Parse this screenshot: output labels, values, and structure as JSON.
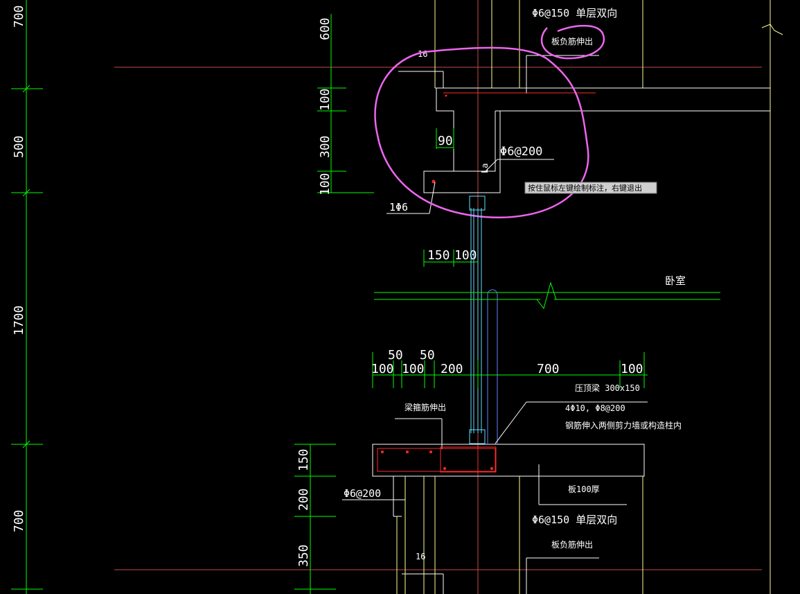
{
  "colors": {
    "background": "#000000",
    "dim_green": "#00ff00",
    "wall_yellow": "#ffff99",
    "structure_white": "#ffffff",
    "axis_red": "#ff3b3b",
    "rebar_red": "#ff2a2a",
    "markup_pink": "#ee66ee",
    "window_cyan": "#66e0ff",
    "door_blue": "#6a7cff"
  },
  "left_dimensions": [
    "700",
    "500",
    "1700",
    "700"
  ],
  "upper_section": {
    "left_dims": [
      "600",
      "100",
      "300",
      "100"
    ],
    "dims_top": [
      "90"
    ],
    "dims_bottom": [
      "150",
      "100"
    ],
    "labels": {
      "top_rebar": "Φ6@150 单层双向",
      "neg_rebar": "板负筋伸出",
      "hook_len": "16",
      "stirrup": "Φ6@200",
      "la": "La",
      "bottom_bar": "1Φ6"
    }
  },
  "tooltip": "按住鼠标左键绘制标注，右键退出",
  "room_label": "卧室",
  "beam_dims": [
    "100",
    "50",
    "100",
    "50",
    "200",
    "700",
    "100"
  ],
  "beam_labels": {
    "beam": "压顶梁 300x150",
    "bars": "4Φ10, Φ8@200",
    "note": "钢筋伸入两侧剪力墙或构造柱内",
    "stirrup_out": "梁箍筋伸出"
  },
  "lower_section": {
    "left_dims": [
      "150",
      "200",
      "350"
    ],
    "labels": {
      "stirrup": "Φ6@200",
      "slab": "板100厚",
      "top_rebar": "Φ6@150 单层双向",
      "neg_rebar": "板负筋伸出",
      "hook_len": "16"
    }
  }
}
